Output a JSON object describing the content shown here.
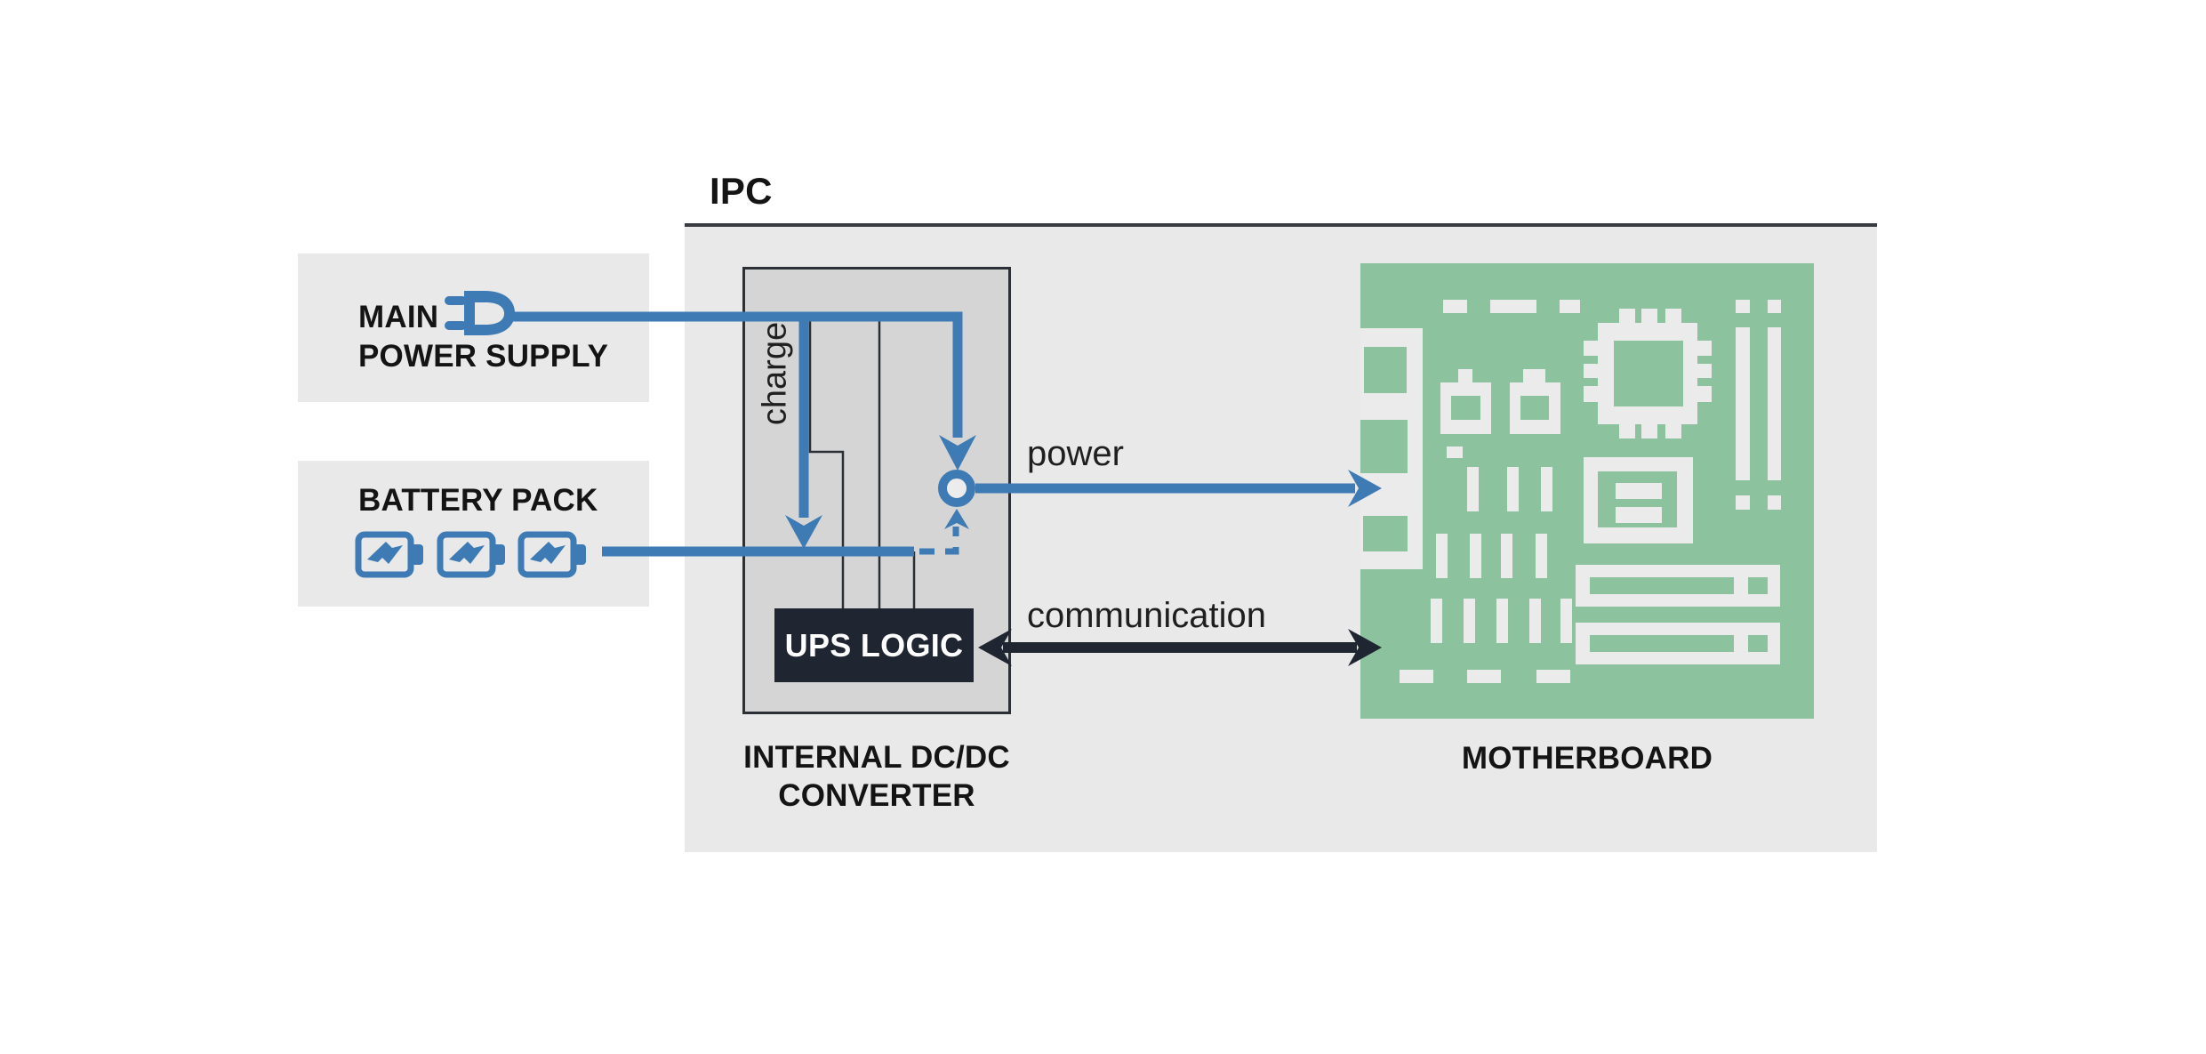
{
  "diagram_title": "IPC",
  "colors": {
    "accent_blue": "#3e7bb5",
    "dark_navy": "#1f2632",
    "board_green": "#8dc29e",
    "panel_gray": "#e9e9e9",
    "converter_gray": "#d5d5d5",
    "line_dark": "#2b2f36",
    "text_black": "#141414",
    "shape_light": "#ebebeb",
    "page_bg": "#ffffff"
  },
  "ipc": {
    "label": "IPC"
  },
  "sources": {
    "main_power_supply": {
      "line1": "MAIN",
      "line2": "POWER SUPPLY",
      "icon": "power-plug-icon"
    },
    "battery_pack": {
      "label": "BATTERY PACK",
      "icon": "battery-icon",
      "battery_count": 3
    }
  },
  "converter": {
    "label_line1": "INTERNAL DC/DC",
    "label_line2": "CONVERTER",
    "ups": {
      "label": "UPS LOGIC"
    }
  },
  "motherboard": {
    "label": "MOTHERBOARD",
    "icon": "circuit-board-graphic"
  },
  "flows": {
    "charge": {
      "label": "charge",
      "color_key": "accent_blue",
      "style": "solid-arrow-down"
    },
    "power": {
      "label": "power",
      "color_key": "accent_blue",
      "style": "solid-arrow-right"
    },
    "communication": {
      "label": "communication",
      "color_key": "dark_navy",
      "style": "double-headed-arrow"
    },
    "switchover_control": {
      "style": "dashed-arrow-up",
      "color_key": "accent_blue"
    }
  }
}
